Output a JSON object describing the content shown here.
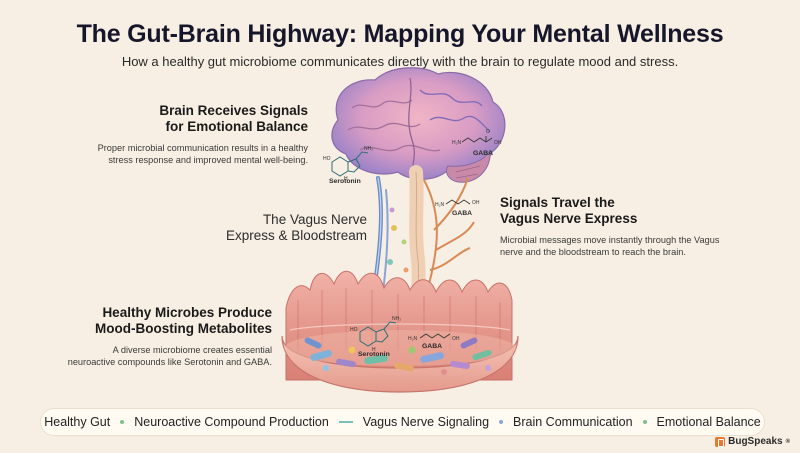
{
  "header": {
    "title": "The Gut-Brain Highway: Mapping Your Mental Wellness",
    "subtitle": "How a healthy gut microbiome communicates directly with the brain to regulate mood and stress."
  },
  "brain_block": {
    "heading_line1": "Brain Receives Signals",
    "heading_line2": "for Emotional Balance",
    "body_line1": "Proper microbial communication results in a healthy",
    "body_line2": "stress response and improved mental well-being."
  },
  "vagus_label": {
    "line1": "The Vagus Nerve",
    "line2": "Express & Bloodstream"
  },
  "signals_block": {
    "heading_line1": "Signals Travel the",
    "heading_line2": "Vagus Nerve Express",
    "body_line1": "Microbial messages move instantly through the Vagus",
    "body_line2": "nerve and the bloodstream to reach the brain."
  },
  "microbes_block": {
    "heading_line1": "Healthy Microbes Produce",
    "heading_line2": "Mood-Boosting Metabolites",
    "body_line1": "A diverse microbiome creates essential",
    "body_line2": "neuroactive compounds like Serotonin and GABA."
  },
  "molecules": {
    "serotonin": "Serotonin",
    "gaba": "GABA",
    "nh2": "NH₂",
    "ho": "HO",
    "h2n": "H₂N",
    "oh": "OH",
    "h": "H",
    "o": "O"
  },
  "flow_steps": [
    "Healthy Gut",
    "Neuroactive Compound Production",
    "Vagus Nerve Signaling",
    "Brain Communication",
    "Emotional Balance"
  ],
  "brand": {
    "name": "BugSpeaks",
    "trademark": "®"
  },
  "colors": {
    "background": "#f7efe3",
    "brain_pink": "#e59bb2",
    "brain_purple": "#8b79c7",
    "nerve_orange": "#d98a56",
    "vessel_blue": "#6e8ec9",
    "gut_pink": "#e9a39a",
    "brand_orange": "#e77a2d"
  }
}
